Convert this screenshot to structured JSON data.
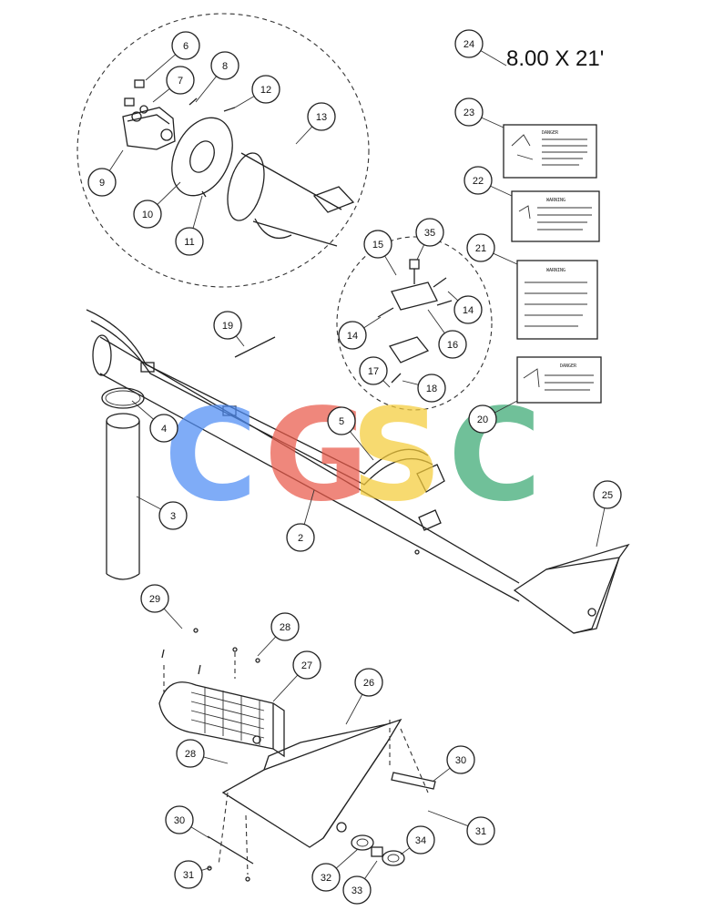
{
  "title_label": "8.00 X 21'",
  "watermark": {
    "letters": [
      "C",
      "G",
      "S",
      "C"
    ],
    "colors": [
      "#4f8df5",
      "#ea5a4a",
      "#f5cc3a",
      "#3aa872"
    ]
  },
  "callouts": [
    "2",
    "3",
    "4",
    "5",
    "6",
    "7",
    "8",
    "9",
    "10",
    "11",
    "12",
    "13",
    "14",
    "14",
    "15",
    "16",
    "17",
    "18",
    "19",
    "20",
    "21",
    "22",
    "23",
    "24",
    "25",
    "26",
    "27",
    "28",
    "28",
    "29",
    "30",
    "30",
    "31",
    "31",
    "32",
    "33",
    "34",
    "35"
  ],
  "decals": {
    "d21": "WARNING",
    "d22": "WARNING",
    "d23": "DANGER",
    "d20": "DANGER"
  }
}
